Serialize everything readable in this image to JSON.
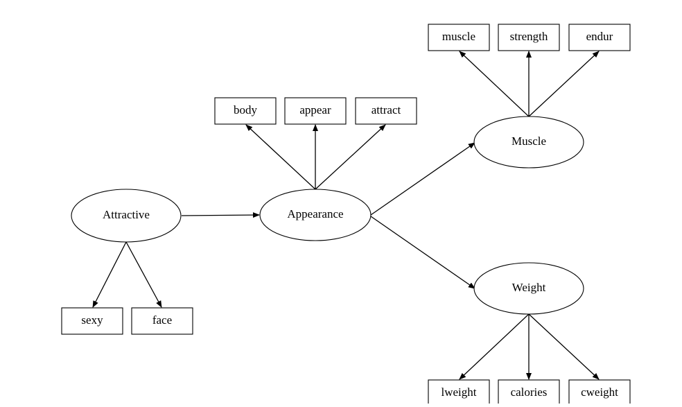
{
  "latent": {
    "attractive": "Attractive",
    "appearance": "Appearance",
    "muscle": "Muscle",
    "weight": "Weight"
  },
  "observed": {
    "sexy": "sexy",
    "face": "face",
    "body": "body",
    "appear": "appear",
    "attract": "attract",
    "muscle": "muscle",
    "strength": "strength",
    "endur": "endur",
    "lweight": "lweight",
    "calories": "calories",
    "cweight": "cweight"
  }
}
